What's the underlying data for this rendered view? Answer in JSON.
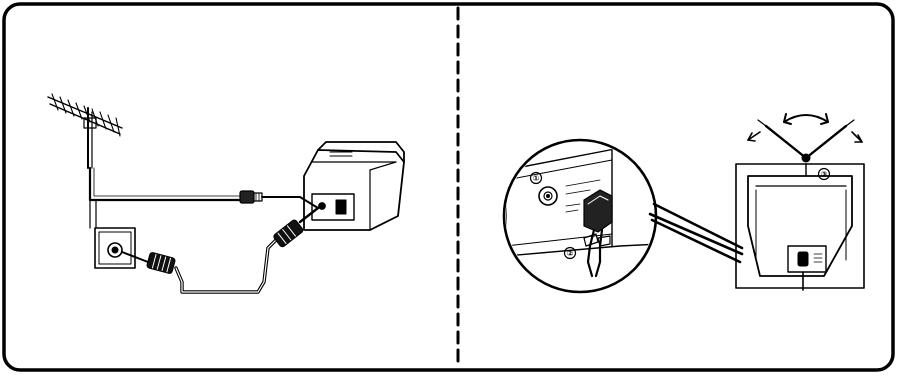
{
  "figure": {
    "panels": [
      {
        "id": "left",
        "subject": "outdoor-antenna-wall-outlet-cable-to-tv"
      },
      {
        "id": "right",
        "subject": "indoor-rabbit-ear-antenna-connection"
      }
    ],
    "callouts": [
      "①",
      "②",
      "③"
    ],
    "colors": {
      "line": "#000000",
      "background": "#ffffff"
    }
  }
}
